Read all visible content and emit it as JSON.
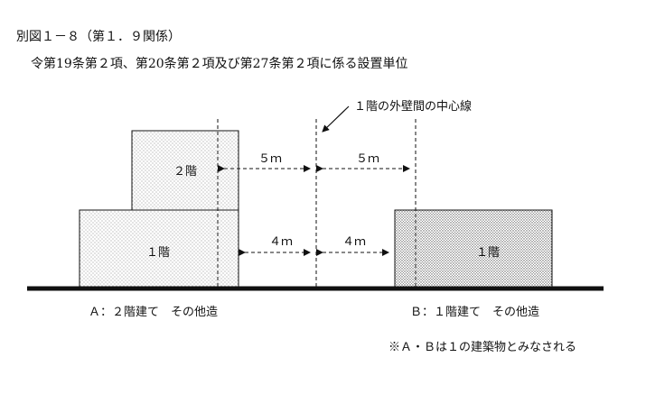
{
  "header": {
    "title": "別図１－８（第１．９関係）",
    "subtitle": "令第19条第２項、第20条第２項及び第27条第２項に係る設置単位"
  },
  "diagram": {
    "centerline_label": "１階の外壁間の中心線",
    "building_a": {
      "floor2_label": "２階",
      "floor1_label": "１階",
      "caption": "Ａ：２階建て　その他造"
    },
    "building_b": {
      "floor1_label": "１階",
      "caption": "Ｂ：１階建て　その他造"
    },
    "dimensions": {
      "upper_left": "５ｍ",
      "upper_right": "５ｍ",
      "lower_left": "４ｍ",
      "lower_right": "４ｍ"
    },
    "note": "※Ａ・Ｂは１の建築物とみなされる"
  },
  "colors": {
    "line": "#111111",
    "fill_light": "#e9e9e9",
    "fill_dark": "#d2d2d2"
  }
}
